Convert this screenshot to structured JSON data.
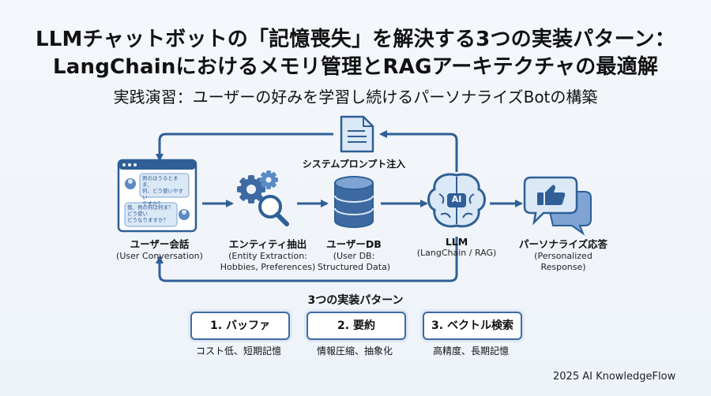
{
  "title_line1": "LLMチャットボットの「記憶喪失」を解決する3つの実装パターン：",
  "title_line2": "LangChainにおけるメモリ管理とRAGアーキテクチャの最適解",
  "subtitle": "実践演習：ユーザーの好みを学習し続けるパーソナライズBotの構築",
  "system_prompt_label": "システムプロンプト注入",
  "chat_bubbles": [
    "例のはうるとまま、\n何、どう使いやすい\nですか？",
    "我、例の何は何ま？\nどう使い\nどうなりますか？"
  ],
  "nodes": [
    {
      "label": "ユーザー会話",
      "sub": [
        "(User Conversation)"
      ]
    },
    {
      "label": "エンティティ抽出",
      "sub": [
        "(Entity Extraction:",
        "Hobbies, Preferences)"
      ]
    },
    {
      "label": "ユーザーDB",
      "sub": [
        "(User DB:",
        "Structured Data)"
      ]
    },
    {
      "label": "LLM",
      "sub": [
        "(LangChain / RAG)"
      ]
    },
    {
      "label": "パーソナライズ応答",
      "sub": [
        "(Personalized",
        "Response)"
      ]
    }
  ],
  "ai_badge": "AI",
  "patterns_heading": "3つの実装パターン",
  "patterns": [
    {
      "label": "1. バッファ",
      "desc": "コスト低、短期記憶"
    },
    {
      "label": "2. 要約",
      "desc": "情報圧縮、抽象化"
    },
    {
      "label": "3. ベクトル検索",
      "desc": "高精度、長期記憶"
    }
  ],
  "footer": "2025 AI KnowledgeFlow",
  "colors": {
    "primary": "#2f5f96",
    "accent": "#5b8ac4",
    "light": "#cfe0f3"
  }
}
